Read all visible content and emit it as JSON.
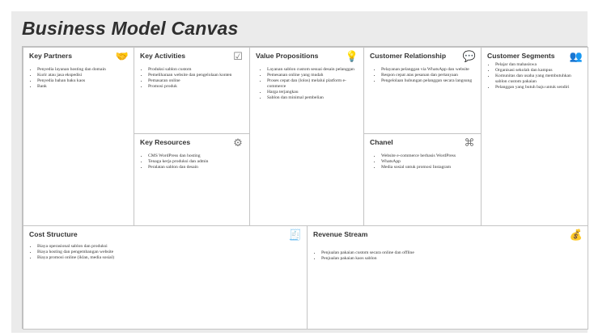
{
  "title": "Business Model Canvas",
  "partners": {
    "title": "Key Partners",
    "items": [
      "Penyedia layanan hosting dan domain",
      "Kurir atau jasa ekspedisi",
      "Penyedia bahan baku kaos",
      "Bank"
    ]
  },
  "activities": {
    "title": "Key Activities",
    "items": [
      "Produksi sablon custom",
      "Pemeliharaan website dan pengelolaan konten",
      "Pemasaran online",
      "Promosi produk"
    ]
  },
  "resources": {
    "title": "Key Resources",
    "items": [
      "CMS WordPress dan hosting",
      "Tenaga kerja produksi dan admin",
      "Peralatan sablon dan desain"
    ]
  },
  "value": {
    "title": "Value Propositions",
    "items": [
      "Layanan sablon custom sesuai desain pelanggan",
      "Pemesanan online yang mudah",
      "Proses cepat dan (lolos) melalui platform e-commerce",
      "Harga terjangkau",
      "Sablon dan minimal pembelian"
    ]
  },
  "relationship": {
    "title": "Customer Relationship",
    "items": [
      "Pelayanan pelanggan via WhatsApp dan website",
      "Respon cepat atas pesanan dan pertanyaan",
      "Pengelolaan hubungan pelanggan secara langsung"
    ]
  },
  "channel": {
    "title": "Chanel",
    "items": [
      "Website e-commerce berbasis WordPress",
      "WhatsApp",
      "Media sosial untuk promosi Instagram"
    ]
  },
  "segments": {
    "title": "Customer Segments",
    "items": [
      "Pelajar dan mahasiswa",
      "Organisasi sekolah dan kampus",
      "Komunitas dan usaha yang membutuhkan sablon custom pakaian",
      "Pelanggan yang butuh baju untuk sendiri"
    ]
  },
  "cost": {
    "title": "Cost Structure",
    "items": [
      "Biaya operasional sablon dan produksi",
      "Biaya hosting dan pengembangan website",
      "Biaya promosi online (iklan, media sosial)"
    ]
  },
  "revenue": {
    "title": "Revenue Stream",
    "items": [
      "Penjualan pakaian custom secara online dan offline",
      "Penjualan pakaian kaos sablon"
    ]
  },
  "icons": {
    "partners": "handshake-icon",
    "activities": "checklist-icon",
    "resources": "gear-icon",
    "value": "lightbulb-icon",
    "relationship": "chat-icon",
    "channel": "network-icon",
    "segments": "users-icon",
    "cost": "receipt-icon",
    "revenue": "moneybag-icon"
  }
}
